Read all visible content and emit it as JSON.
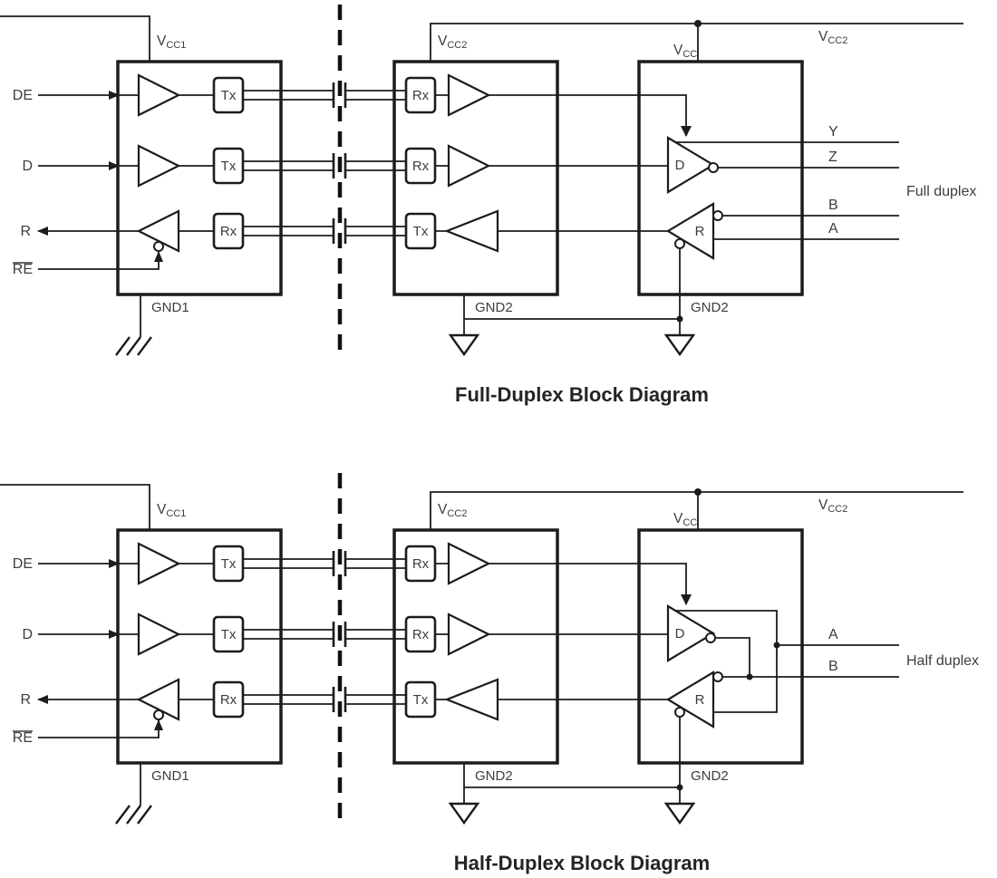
{
  "diagrams": [
    {
      "title": "Full-Duplex Block Diagram",
      "mode_label": "Full duplex",
      "top_rail": {
        "base": "V",
        "sub": "CC2"
      },
      "left_block": {
        "supply_base": "V",
        "supply_sub": "CC1",
        "ground": "GND1",
        "pin_de": "DE",
        "pin_d": "D",
        "pin_r": "R",
        "pin_re": "RE",
        "ch1": "Tx",
        "ch2": "Tx",
        "ch3": "Rx"
      },
      "mid_block": {
        "supply_base": "V",
        "supply_sub": "CC2",
        "ground": "GND2",
        "ch1": "Rx",
        "ch2": "Rx",
        "ch3": "Tx"
      },
      "right_block": {
        "supply_base": "V",
        "supply_sub": "CC",
        "ground": "GND2",
        "driver_label": "D",
        "receiver_label": "R",
        "pin1": "Y",
        "pin2": "Z",
        "pin3": "B",
        "pin4": "A"
      }
    },
    {
      "title": "Half-Duplex Block Diagram",
      "mode_label": "Half duplex",
      "top_rail": {
        "base": "V",
        "sub": "CC2"
      },
      "left_block": {
        "supply_base": "V",
        "supply_sub": "CC1",
        "ground": "GND1",
        "pin_de": "DE",
        "pin_d": "D",
        "pin_r": "R",
        "pin_re": "RE",
        "ch1": "Tx",
        "ch2": "Tx",
        "ch3": "Rx"
      },
      "mid_block": {
        "supply_base": "V",
        "supply_sub": "CC2",
        "ground": "GND2",
        "ch1": "Rx",
        "ch2": "Rx",
        "ch3": "Tx"
      },
      "right_block": {
        "supply_base": "V",
        "supply_sub": "CC",
        "ground": "GND2",
        "driver_label": "D",
        "receiver_label": "R",
        "pin1": "A",
        "pin2": "B"
      }
    }
  ]
}
